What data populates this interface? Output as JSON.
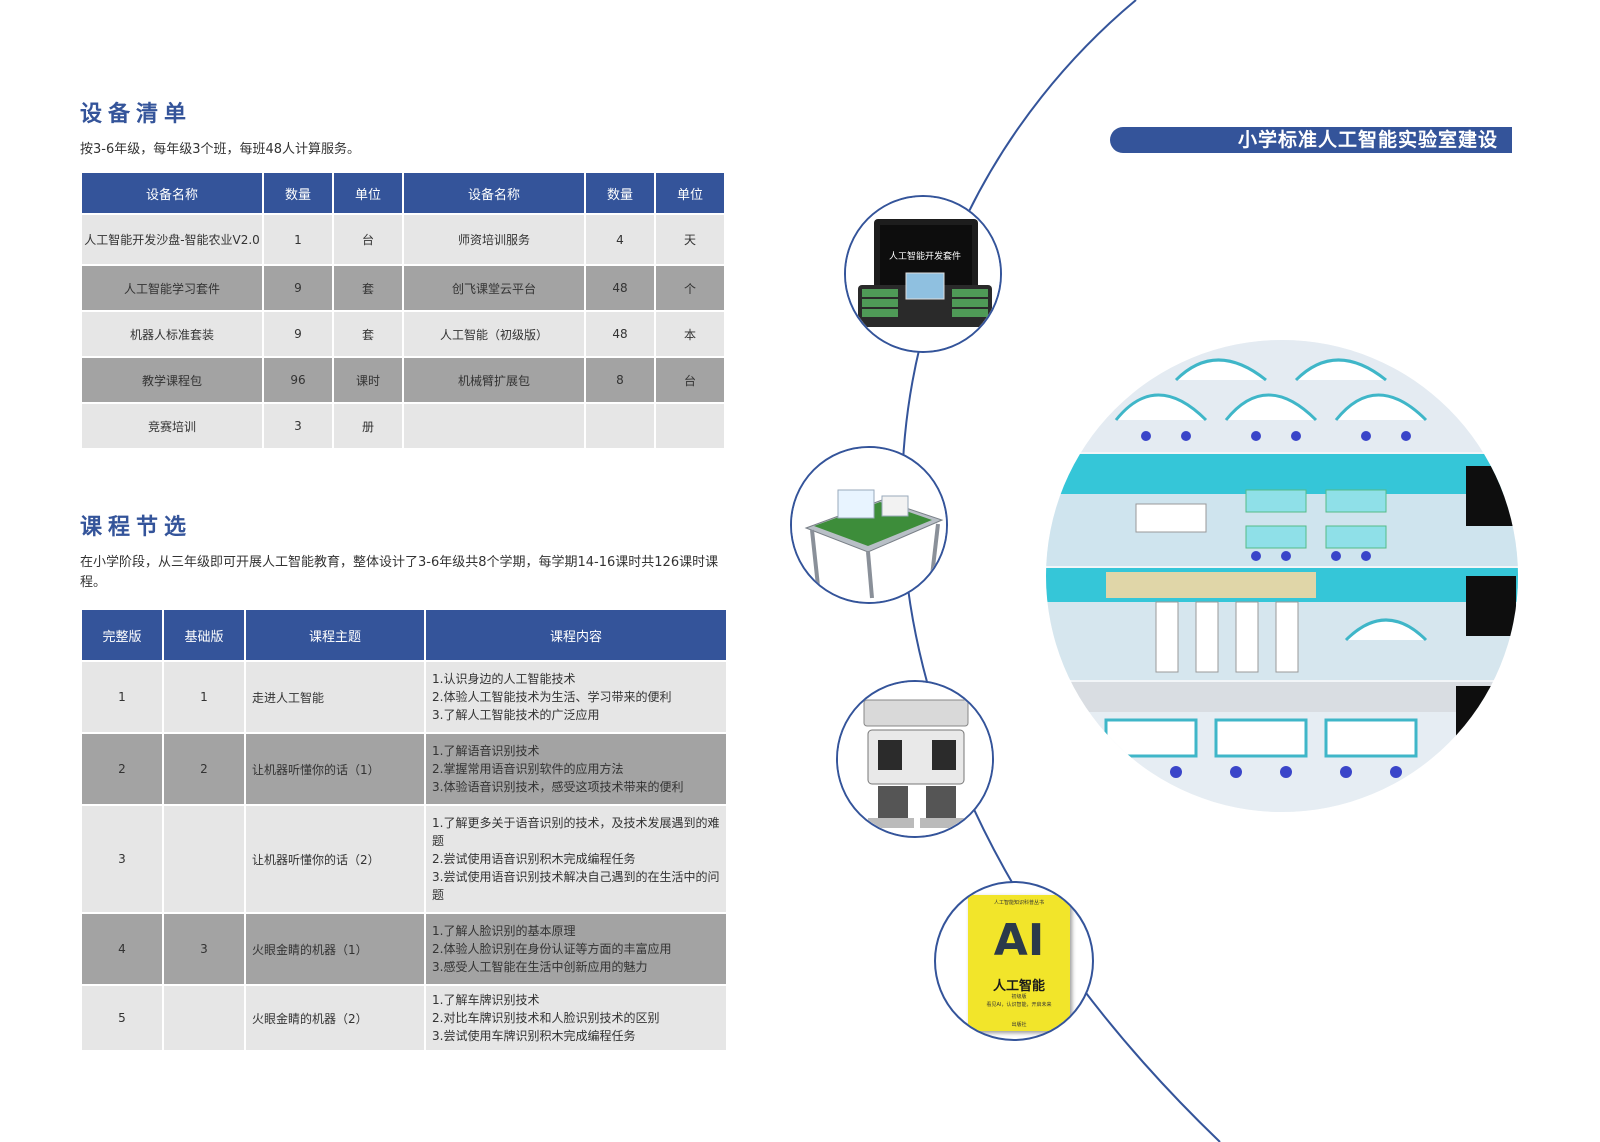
{
  "equipment": {
    "title": "设备清单",
    "note": "按3-6年级，每年级3个班，每班48人计算服务。",
    "headers": [
      "设备名称",
      "数量",
      "单位",
      "设备名称",
      "数量",
      "单位"
    ],
    "rows": [
      [
        "人工智能开发沙盘-智能农业V2.0",
        "1",
        "台",
        "师资培训服务",
        "4",
        "天"
      ],
      [
        "人工智能学习套件",
        "9",
        "套",
        "创飞课堂云平台",
        "48",
        "个"
      ],
      [
        "机器人标准套装",
        "9",
        "套",
        "人工智能（初级版）",
        "48",
        "本"
      ],
      [
        "教学课程包",
        "96",
        "课时",
        "机械臂扩展包",
        "8",
        "台"
      ],
      [
        "竞赛培训",
        "3",
        "册",
        "",
        "",
        ""
      ]
    ]
  },
  "course": {
    "title": "课程节选",
    "intro": "在小学阶段，从三年级即可开展人工智能教育，整体设计了3-6年级共8个学期，每学期14-16课时共126课时课程。",
    "headers": [
      "完整版",
      "基础版",
      "课程主题",
      "课程内容"
    ],
    "rows": [
      [
        "1",
        "1",
        "走进人工智能",
        "1.认识身边的人工智能技术\n2.体验人工智能技术为生活、学习带来的便利\n3.了解人工智能技术的广泛应用"
      ],
      [
        "2",
        "2",
        "让机器听懂你的话（1）",
        "1.了解语音识别技术\n2.掌握常用语音识别软件的应用方法\n3.体验语音识别技术，感受这项技术带来的便利"
      ],
      [
        "3",
        "",
        "让机器听懂你的话（2）",
        "1.了解更多关于语音识别的技术，及技术发展遇到的难题\n2.尝试使用语音识别积木完成编程任务\n3.尝试使用语音识别技术解决自己遇到的在生活中的问题"
      ],
      [
        "4",
        "3",
        "火眼金睛的机器（1）",
        "1.了解人脸识别的基本原理\n2.体验人脸识别在身份认证等方面的丰富应用\n3.感受人工智能在生活中创新应用的魅力"
      ],
      [
        "5",
        "",
        "火眼金睛的机器（2）",
        "1.了解车牌识别技术\n2.对比车牌识别技术和人脸识别技术的区别\n3.尝试使用车牌识别积木完成编程任务"
      ]
    ]
  },
  "banner": "小学标准人工智能实验室建设",
  "kit_case_label": "人工智能开发套件",
  "book": {
    "top_text": "人工智能知识科普丛书",
    "big": "AI",
    "title": "人工智能",
    "edition": "初级版",
    "subtitle": "看见AI，认识智能，开启未来",
    "publisher": "出版社"
  },
  "colors": {
    "accent": "#34549a",
    "header_bg": "#34549a",
    "row_light": "#e6e6e6",
    "row_dark": "#a3a3a3"
  }
}
